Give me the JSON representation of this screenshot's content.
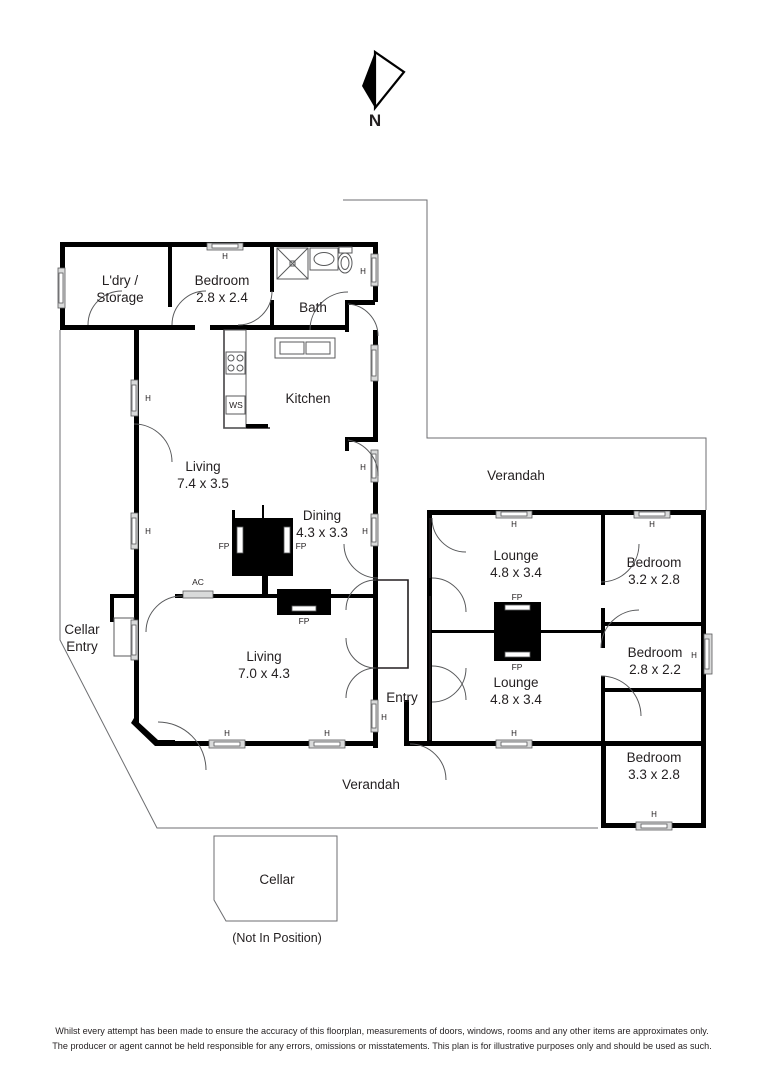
{
  "document": {
    "type": "floorplan",
    "orientation": {
      "marker": "north-arrow",
      "label": "N"
    }
  },
  "rooms": [
    {
      "id": "ldry",
      "name": "L'dry /",
      "name2": "Storage",
      "dimensions": ""
    },
    {
      "id": "bed_front",
      "name": "Bedroom",
      "dimensions": "2.8 x 2.4"
    },
    {
      "id": "bath",
      "name": "Bath",
      "dimensions": ""
    },
    {
      "id": "kitchen",
      "name": "Kitchen",
      "dimensions": ""
    },
    {
      "id": "living_up",
      "name": "Living",
      "dimensions": "7.4 x 3.5"
    },
    {
      "id": "dining",
      "name": "Dining",
      "dimensions": "4.3 x 3.3"
    },
    {
      "id": "living_lo",
      "name": "Living",
      "dimensions": "7.0 x 4.3"
    },
    {
      "id": "entry",
      "name": "Entry",
      "dimensions": ""
    },
    {
      "id": "lounge_up",
      "name": "Lounge",
      "dimensions": "4.8 x 3.4"
    },
    {
      "id": "lounge_lo",
      "name": "Lounge",
      "dimensions": "4.8 x 3.4"
    },
    {
      "id": "bed_ne",
      "name": "Bedroom",
      "dimensions": "3.2 x 2.8"
    },
    {
      "id": "bed_e",
      "name": "Bedroom",
      "dimensions": "2.8 x 2.2"
    },
    {
      "id": "bed_se",
      "name": "Bedroom",
      "dimensions": "3.3 x 2.8"
    }
  ],
  "areas": {
    "verandah_top": "Verandah",
    "verandah_bottom": "Verandah",
    "cellar_entry_line1": "Cellar",
    "cellar_entry_line2": "Entry",
    "cellar": "Cellar",
    "cellar_note": "(Not In Position)"
  },
  "fixtures": {
    "stove": "stove-cooktop",
    "washing_sink": "WS",
    "sink": "kitchen-sink",
    "shower": "shower",
    "basin": "basin",
    "toilet": "toilet",
    "air_conditioner": "AC",
    "fireplace": "FP"
  },
  "window_label": "H",
  "disclaimer": {
    "line1": "Whilst every attempt has been made to ensure the accuracy of this floorplan, measurements of doors, windows, rooms and any other items are approximates only.",
    "line2": "The producer or agent cannot be held responsible for any errors, omissions or misstatements. This plan is for illustrative purposes only and should be used as such."
  },
  "colors": {
    "wall": "#000000",
    "thin_line": "#6d6e71",
    "text": "#231f20",
    "window_fill": "#d9dada",
    "background": "#ffffff"
  }
}
